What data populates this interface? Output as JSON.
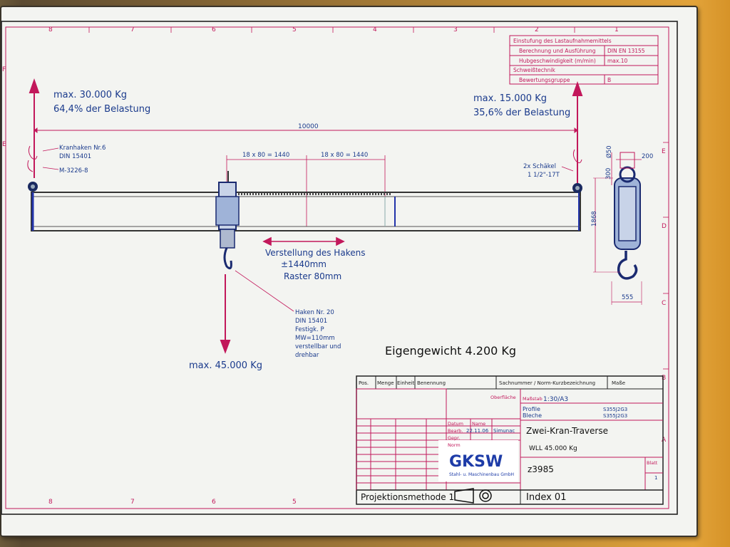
{
  "drawing": {
    "left_load": {
      "line1": "max. 30.000 Kg",
      "line2": "64,4% der Belastung"
    },
    "right_load": {
      "line1": "max. 15.000 Kg",
      "line2": "35,6% der Belastung"
    },
    "center_load": "max. 45.000 Kg",
    "span": "10000",
    "dim_left": "18 x 80 = 1440",
    "dim_right": "18 x 80 = 1440",
    "left_hook": {
      "l1": "Kranhaken Nr.6",
      "l2": "DIN 15401",
      "l3": "M-3226-8"
    },
    "shackle": {
      "l1": "2x Schäkel",
      "l2": "1 1/2\"-17T"
    },
    "adjust": {
      "l1": "Verstellung des Hakens",
      "l2": "±1440mm",
      "l3": "Raster 80mm"
    },
    "hook20": {
      "l1": "Haken Nr. 20",
      "l2": "DIN 15401",
      "l3": "Festigk. P",
      "l4": "MW=110mm",
      "l5": "verstellbar und",
      "l6": "drehbar"
    },
    "self_weight": "Eigengewicht 4.200 Kg",
    "side_dims": {
      "phi": "Ø50",
      "w200": "200",
      "h300": "300",
      "h1868": "1868",
      "w555": "555"
    },
    "border_numbers": [
      "8",
      "7",
      "6",
      "5",
      "4",
      "3",
      "2",
      "1"
    ],
    "border_letters": [
      "F",
      "E",
      "D",
      "C",
      "B",
      "A"
    ]
  },
  "header_table": {
    "rows": [
      [
        "Einstufung des Lastaufnahmemittels",
        ""
      ],
      [
        "Berechnung und Ausführung",
        "DIN EN 13155"
      ],
      [
        "Hubgeschwindigkeit (m/min)",
        "max.10"
      ],
      [
        "Schweißtechnik",
        ""
      ],
      [
        "Bewertungsgruppe",
        "B"
      ]
    ]
  },
  "title_block": {
    "header": {
      "pos": "Pos.",
      "menge": "Menge",
      "einheit": "Einheit",
      "benennung": "Benennung",
      "sachnummer": "Sachnummer / Norm-Kurzbezeichnung",
      "masse": "Maße"
    },
    "oberflaeche": "Oberfläche",
    "massstab_label": "Maßstab",
    "massstab": "1:30/A3",
    "profile": "Profile",
    "bleche": "Bleche",
    "profile_val": "S355J2G3",
    "bleche_val": "S355J2G3",
    "datum": "Datum",
    "name": "Name",
    "bearb": "Bearb.",
    "bearb_date": "22.11.06",
    "bearb_name": "Simunac",
    "gepr": "Gepr.",
    "norm": "Norm",
    "title": "Zwei-Kran-Traverse",
    "subtitle": "WLL 45.000 Kg",
    "logo": "GKSW",
    "company": "Stahl- u. Maschinenbau GmbH",
    "drawing_no": "z3985",
    "projection": "Projektionsmethode 1",
    "index": "Index 01",
    "blatt": "Blatt",
    "blatt_num": "1"
  },
  "colors": {
    "blue": "#1a3a8c",
    "magenta": "#c2185b",
    "paper": "#f3f4f1"
  }
}
